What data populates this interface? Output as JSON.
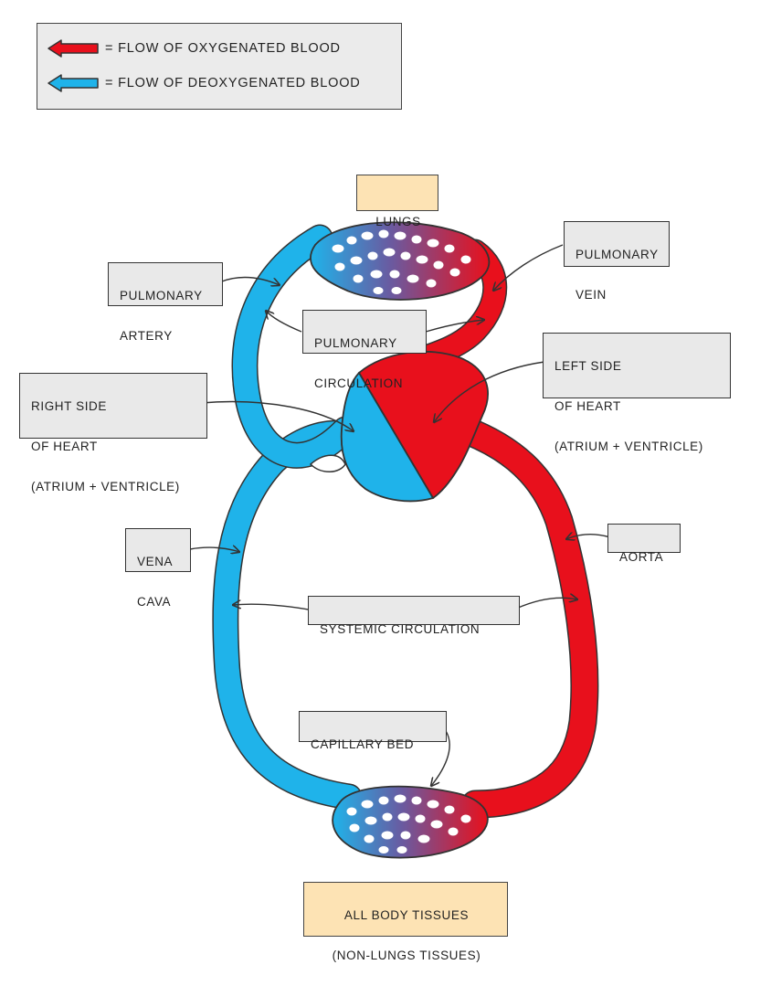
{
  "legend": {
    "oxygenated": "= FLOW  OF  OXYGENATED   BLOOD",
    "deoxygenated": "= FLOW  OF  DEOXYGENATED   BLOOD"
  },
  "labels": {
    "lungs": "LUNGS",
    "pulmonary_artery": [
      "PULMONARY",
      "ARTERY"
    ],
    "pulmonary_vein": [
      "PULMONARY",
      "VEIN"
    ],
    "pulmonary_circulation": [
      "PULMONARY",
      "CIRCULATION"
    ],
    "left_side": [
      "LEFT  SIDE",
      "OF  HEART",
      "(ATRIUM + VENTRICLE)"
    ],
    "right_side": [
      "RIGHT  SIDE",
      "OF  HEART",
      "(ATRIUM + VENTRICLE)"
    ],
    "vena_cava": [
      "VENA",
      "CAVA"
    ],
    "aorta": "AORTA",
    "systemic_circulation": "SYSTEMIC   CIRCULATION",
    "capillary_bed": "CAPILLARY   BED",
    "body_tissues": [
      "ALL  BODY  TISSUES",
      "(NON-LUNGS  TISSUES)"
    ]
  },
  "colors": {
    "oxygenated": "#e8101c",
    "deoxygenated": "#1fb3ea",
    "outline": "#333333",
    "tag_fill": "#e9e9e9",
    "organ_fill": "#fde3b4"
  }
}
